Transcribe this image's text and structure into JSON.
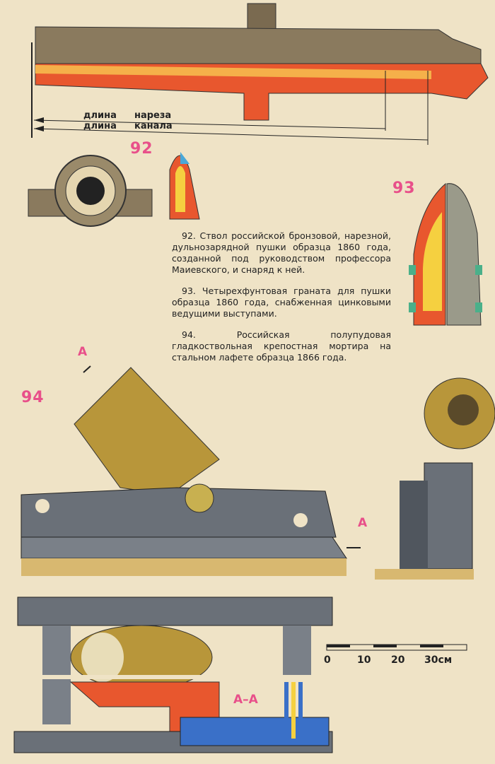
{
  "figures": {
    "fig92": "92",
    "fig93": "93",
    "fig94": "94"
  },
  "dimensions": {
    "rifling_word1": "длина",
    "rifling_word2": "нареза",
    "bore_word1": "длина",
    "bore_word2": "канала"
  },
  "captions": [
    "92. Ствол российской бронзовой, нарезной, дульнозарядной пушки образца 1860 года, созданной под руководством профессора Маиевского, и снаряд к ней.",
    "93. Четырехфунтовая граната для пушки образца 1860 года, снабженная цинковыми ведущими выступами.",
    "94. Российская полупудовая гладкоствольная крепостная мортира на стальном лафете образца 1866 года."
  ],
  "section_marks": {
    "a_top": "А",
    "a_right": "А",
    "section": "А–А"
  },
  "scale": {
    "ticks": [
      "0",
      "10",
      "20",
      "30см"
    ]
  }
}
